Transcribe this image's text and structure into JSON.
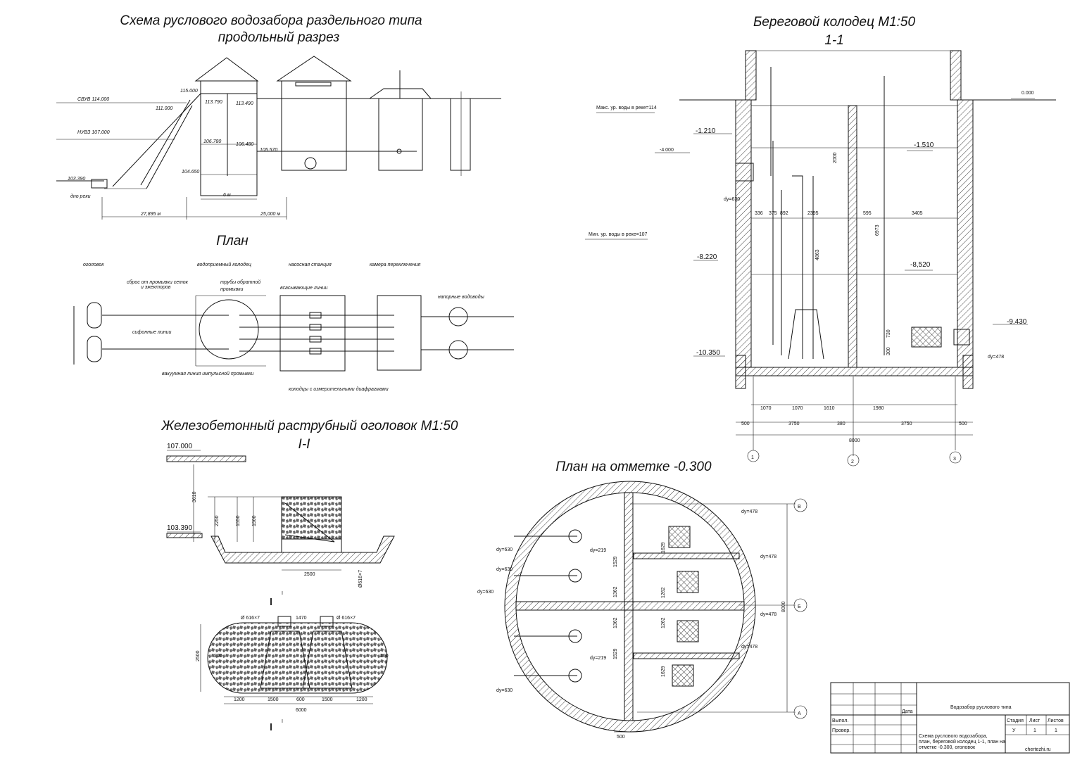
{
  "titles": {
    "scheme_l1": "Схема руслового водозабора раздельного типа",
    "scheme_l2": "продольный разрез",
    "plan": "План",
    "ogolovok": "Железобетонный раструбный оголовок М1:50",
    "ogolovok_sec": "I-I",
    "well": "Береговой  колодец М1:50",
    "well_sec": "1-1",
    "plan_level": "План на отметке   -0.300"
  },
  "scheme": {
    "marks": [
      "115.000",
      "СВУВ 114.000",
      "111.000",
      "113.790",
      "113.490",
      "НУВЗ 107.000",
      "106.780",
      "106.480",
      "105.570",
      "104.650",
      "103.390"
    ],
    "river_bottom": "дно реки",
    "dims": [
      "6 м",
      "27,895 м",
      "25,000 м"
    ]
  },
  "plan": {
    "labels": [
      "оголовок",
      "водоприемный колодец",
      "насосная станция",
      "камера переключения",
      "сброс от промывки сеток",
      "и эжекторов",
      "трубы обратной",
      "промывки",
      "всасывающие линии",
      "напорные водоводы",
      "сифонные линии",
      "вакуумная линия импульсной промывки",
      "колодцы с измерительными диафрагмами"
    ]
  },
  "ogolovok": {
    "marks": [
      "107.000",
      "103.390"
    ],
    "dims": [
      "3610",
      "2250",
      "1550",
      "1500",
      "2500",
      "Ø616×7",
      "Ø 616×7",
      "1470",
      "Ø 616×7",
      "2500",
      "200",
      "200",
      "1200",
      "1500",
      "600",
      "1500",
      "1200",
      "6000",
      "I",
      "I"
    ]
  },
  "well": {
    "marks": [
      "0.000",
      "-1.210",
      "-4.000",
      "-1.510",
      "-8.220",
      "-8,520",
      "-9.430",
      "-10.350"
    ],
    "notes": [
      "Макс. ур. воды в реке=114",
      "Мин. ур. воды в реке=107",
      "dy=630",
      "dy=478"
    ],
    "dims_top": [
      "336",
      "375",
      "892",
      "2395",
      "595",
      "3405"
    ],
    "dims_vert": [
      "2000",
      "4863",
      "6973",
      "730",
      "300"
    ],
    "dims_bottom": [
      "1070",
      "1070",
      "1610",
      "1980",
      "500",
      "3750",
      "380",
      "3750",
      "500",
      "8000"
    ],
    "axes": [
      "1",
      "2",
      "3"
    ]
  },
  "plan_level": {
    "dy_labels": [
      "dy=630",
      "dy=219",
      "dy=630",
      "dy=630",
      "dy=219",
      "dy=630",
      "dy=478",
      "dy=478",
      "dy=478",
      "dy=478"
    ],
    "dims": [
      "1529",
      "1362",
      "1362",
      "1529",
      "1629",
      "1262",
      "1262",
      "1629",
      "8000",
      "500"
    ],
    "axes": [
      "В",
      "Б",
      "А"
    ]
  },
  "stamp": {
    "project": "Водозабор руслового типа",
    "date": "Дата",
    "executed": "Выпол.",
    "checked": "Провер.",
    "stage_h": "Стадия",
    "sheet_h": "Лист",
    "sheets_h": "Листов",
    "stage": "У",
    "sheet": "1",
    "sheets": "1",
    "desc1": "Схема руслового водозабора,",
    "desc2": "план, береговой колодец 1-1, план на",
    "desc3": "отметке -0.300, оголовок",
    "watermark": "chertezhi.ru"
  }
}
